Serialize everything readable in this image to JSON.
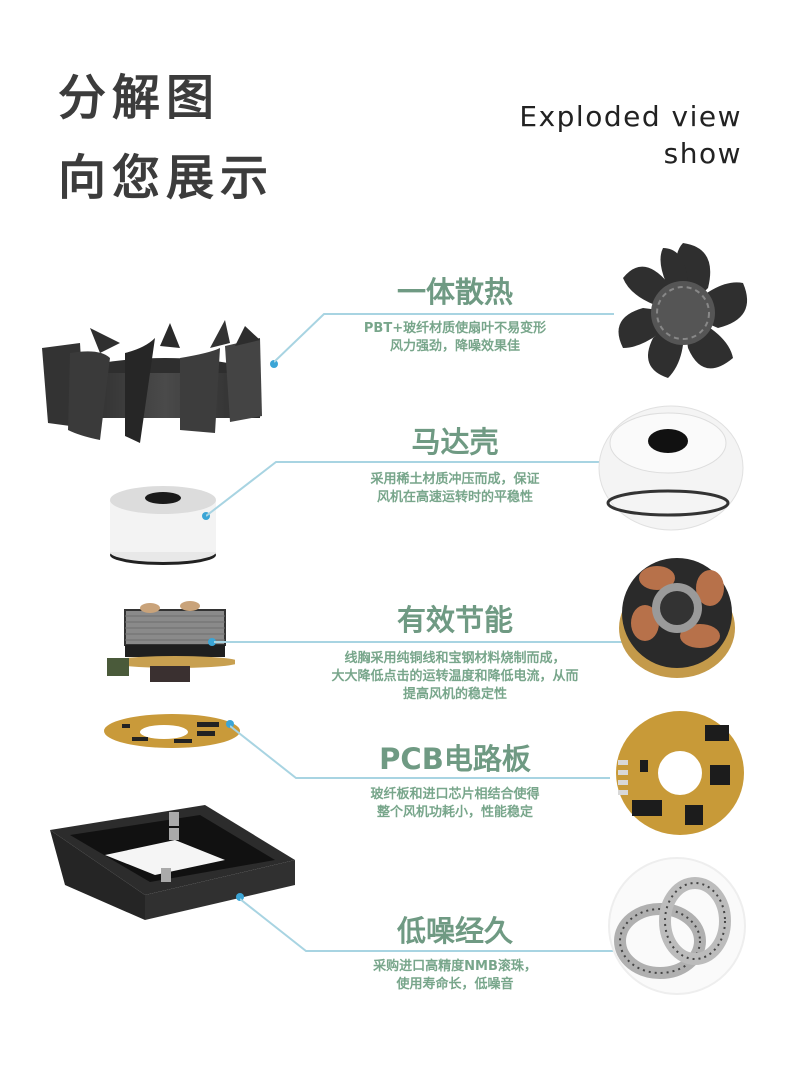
{
  "header": {
    "title_line1": "分解图",
    "title_line2": "向您展示",
    "subtitle_line1": "Exploded view",
    "subtitle_line2": "show"
  },
  "features": [
    {
      "title": "一体散热",
      "desc_line1": "PBT+玻纤材质使扇叶不易变形",
      "desc_line2": "风力强劲，降噪效果佳",
      "component": "fan-blade"
    },
    {
      "title": "马达壳",
      "desc_line1": "采用稀土材质冲压而成，保证",
      "desc_line2": "风机在高速运转时的平稳性",
      "component": "motor-housing"
    },
    {
      "title": "有效节能",
      "desc_line1": "线胸采用纯铜线和宝钢材料烧制而成，",
      "desc_line2": "大大降低点击的运转温度和降低电流，从而",
      "desc_line3": "提高风机的稳定性",
      "component": "stator-coil"
    },
    {
      "title": "PCB电路板",
      "desc_line1": "玻纤板和进口芯片相结合使得",
      "desc_line2": "整个风机功耗小，性能稳定",
      "component": "pcb-board"
    },
    {
      "title": "低噪经久",
      "desc_line1": "采购进口高精度NMB滚珠，",
      "desc_line2": "使用寿命长，低噪音",
      "component": "ball-bearing"
    }
  ],
  "colors": {
    "title_green": "#6f9a83",
    "desc_green": "#78a68b",
    "leader_line": "#a8d4e2",
    "dot_blue": "#3ba5d6",
    "heading_gray": "#3c3c3c"
  }
}
